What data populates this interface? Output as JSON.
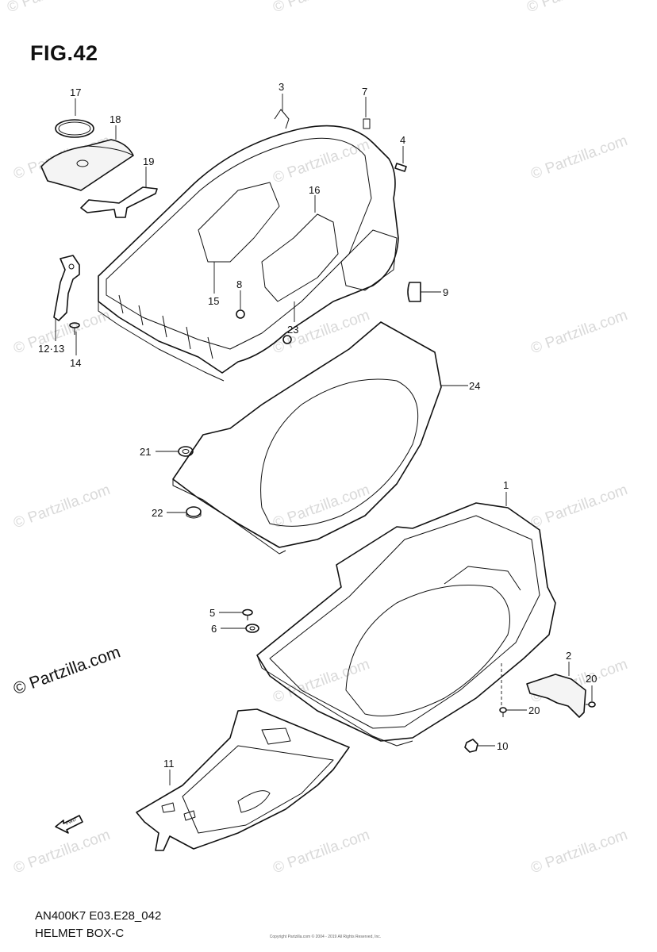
{
  "figure": {
    "title": "FIG.42"
  },
  "watermarks": {
    "small": "© Partzilla.com",
    "large": "© Partzilla.com"
  },
  "footer": {
    "code": "AN400K7 E03.E28_042",
    "name": "HELMET BOX-C"
  },
  "copyright_text": "Copyright Partzilla.com © 2004 - 2019 All Rights Reserved, Inc.",
  "fwd_label": "FWD",
  "callouts": {
    "p1": "1",
    "p2": "2",
    "p3": "3",
    "p4": "4",
    "p5": "5",
    "p6": "6",
    "p7": "7",
    "p8": "8",
    "p9": "9",
    "p10": "10",
    "p11": "11",
    "p12_13": "12·13",
    "p14": "14",
    "p15": "15",
    "p16": "16",
    "p17": "17",
    "p18": "18",
    "p19": "19",
    "p20a": "20",
    "p20b": "20",
    "p21": "21",
    "p22": "22",
    "p23": "23",
    "p24": "24"
  }
}
